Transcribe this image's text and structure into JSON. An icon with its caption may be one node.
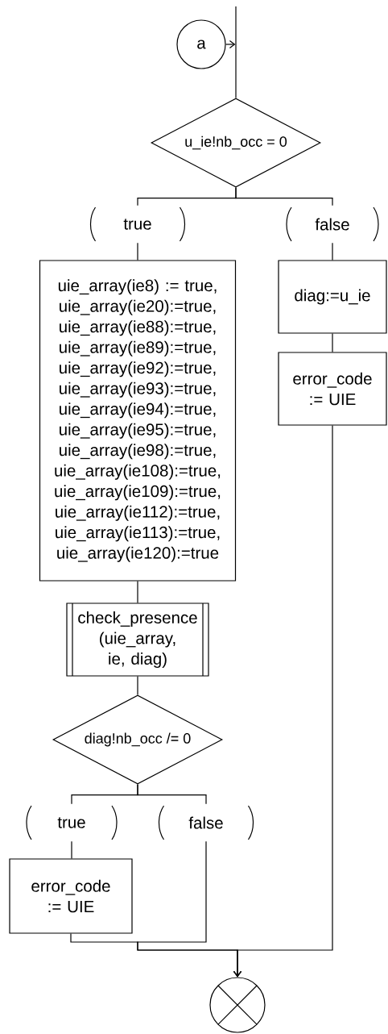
{
  "diagram": {
    "nodes": [
      {
        "text": [
          "a"
        ]
      },
      {
        "text": [
          "u_ie!nb_occ = 0"
        ]
      },
      {
        "text": [
          "true"
        ]
      },
      {
        "text": [
          "false"
        ]
      },
      {
        "text": [
          "uie_array(ie8) := true, uie_array(ie20):=true, uie_array(ie88):=true, uie_array(ie89):=true, uie_array(ie92):=true, uie_array(ie93):=true, uie_array(ie94):=true, uie_array(ie95):=true, uie_array(ie98):=true, uie_array(ie108):=true, uie_array(ie109):=true, uie_array(ie112):=true, uie_array(ie113):=true, uie_array(ie120):=true"
        ]
      },
      {
        "text": [
          "diag:=u_ie"
        ]
      },
      {
        "text": [
          "error_code := UIE"
        ]
      },
      {
        "text": [
          "check_presence (uie_array, ie, diag)"
        ]
      },
      {
        "text": [
          "diag!nb_occ /= 0"
        ]
      },
      {
        "text": [
          "true"
        ]
      },
      {
        "text": [
          "false"
        ]
      },
      {
        "text": [
          "error_code := UIE"
        ]
      },
      {
        "text": [],
        "shape": "circle"
      }
    ],
    "edges": [
      {
        "from": 0,
        "to": null,
        "arrow": "to"
      },
      {
        "from": null,
        "to": 1,
        "arrow": "none"
      },
      {
        "from": 1,
        "to": 2,
        "arrow": "none"
      },
      {
        "from": 1,
        "to": 3,
        "arrow": "none"
      },
      {
        "from": 2,
        "to": 4,
        "arrow": "none"
      },
      {
        "from": 3,
        "to": 5,
        "arrow": "none"
      },
      {
        "from": 5,
        "to": 6,
        "arrow": "none"
      },
      {
        "from": 4,
        "to": 7,
        "arrow": "none"
      },
      {
        "from": 7,
        "to": 8,
        "arrow": "none"
      },
      {
        "from": 8,
        "to": 9,
        "arrow": "none"
      },
      {
        "from": 8,
        "to": 10,
        "arrow": "none"
      },
      {
        "from": 9,
        "to": 11,
        "arrow": "none"
      },
      {
        "from": 11,
        "to": 12,
        "arrow": "to"
      },
      {
        "from": 10,
        "to": 12,
        "arrow": "to"
      },
      {
        "from": 6,
        "to": 12,
        "arrow": "to"
      }
    ]
  }
}
